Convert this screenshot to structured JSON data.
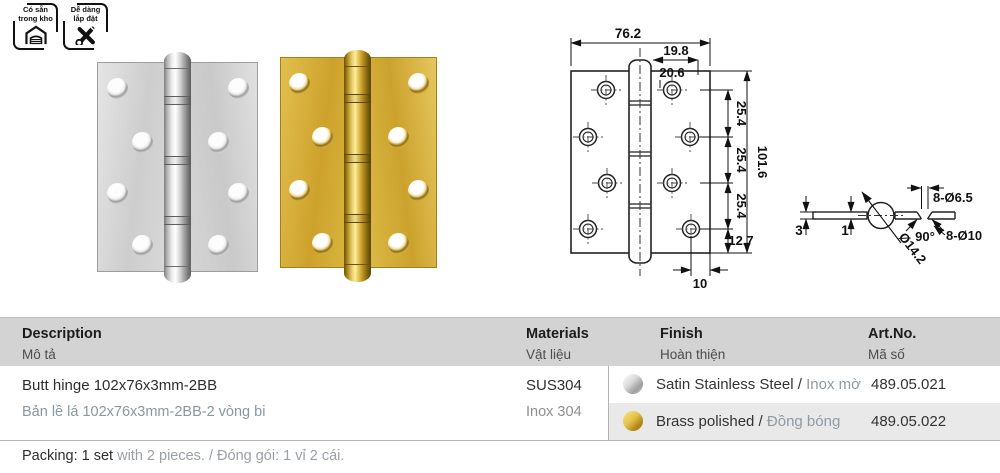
{
  "badges": [
    {
      "line1": "Có sẵn",
      "line2": "trong kho",
      "icon": "warehouse-icon"
    },
    {
      "line1": "Dễ dàng",
      "line2": "lắp đặt",
      "icon": "tools-icon"
    }
  ],
  "diagram": {
    "front": {
      "width": "76.2",
      "top_offset": "19.8",
      "hole_dim": "20.6",
      "pitch_1": "25.4",
      "pitch_2": "25.4",
      "pitch_3": "25.4",
      "height": "101.6",
      "bottom_offset": "12.7",
      "edge_offset": "10"
    },
    "side": {
      "thickness": "3",
      "clearance": "1",
      "knuckle_dia": "Ø14.2",
      "countersink_angle": "90°",
      "hole_spec": "8-Ø6.5",
      "countersink_spec": "8-Ø10"
    }
  },
  "table": {
    "headers": {
      "description": {
        "en": "Description",
        "vi": "Mô tả"
      },
      "materials": {
        "en": "Materials",
        "vi": "Vật liệu"
      },
      "finish": {
        "en": "Finish",
        "vi": "Hoàn thiện"
      },
      "artno": {
        "en": "Art.No.",
        "vi": "Mã số"
      }
    },
    "separator": " / ",
    "row": {
      "description_en": "Butt hinge 102x76x3mm-2BB",
      "description_vi": "Bản lề lá 102x76x3mm-2BB-2 vòng bi",
      "material_en": "SUS304",
      "material_vi": "Inox 304",
      "finishes": [
        {
          "name_en": "Satin Stainless Steel",
          "name_vi": "Inox mờ",
          "art_no": "489.05.021",
          "swatch": "satin-stainless"
        },
        {
          "name_en": "Brass polished",
          "name_vi": "Đồng bóng",
          "art_no": "489.05.022",
          "swatch": "brass-polished"
        }
      ]
    }
  },
  "packing": {
    "label": "Packing: 1 set",
    "rest": " with 2 pieces. / Đóng gói: 1 vỉ 2 cái."
  },
  "colors": {
    "header_bg": "#d3d3d3",
    "row_alt_bg": "#e9e9e9",
    "satin_swatch": "#c9c9c9",
    "brass_swatch": "#d4af37"
  }
}
